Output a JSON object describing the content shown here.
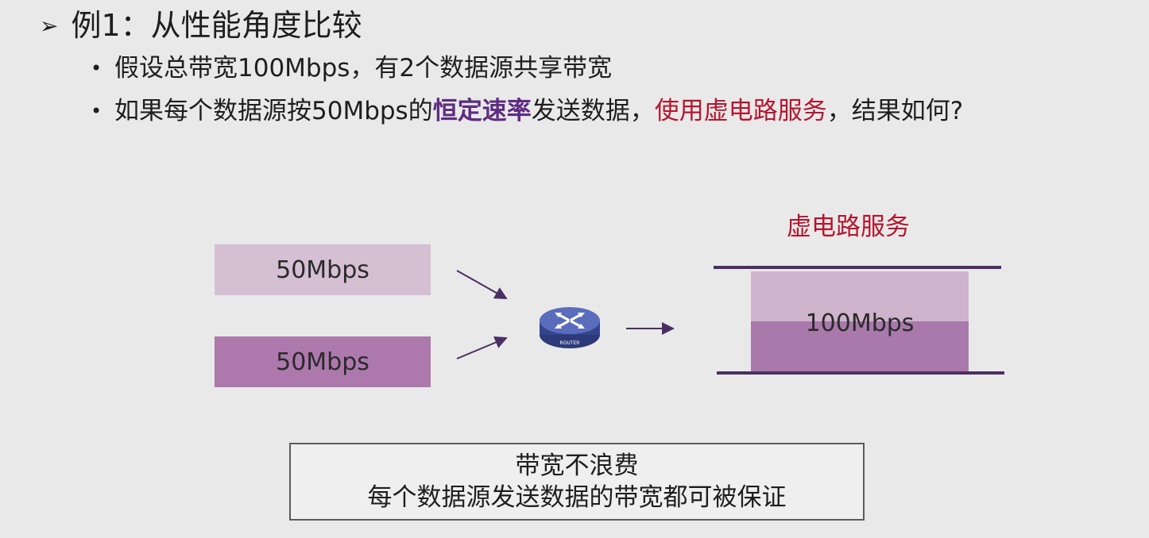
{
  "heading": {
    "marker": "➢",
    "text": "例1：从性能角度比较"
  },
  "bullets": [
    {
      "dot": "•",
      "text": "假设总带宽100Mbps，有2个数据源共享带宽"
    },
    {
      "dot": "•",
      "parts": [
        "如果每个数据源按50Mbps的",
        "恒定速率",
        "发送数据，",
        "使用虚电路服务",
        "，结果如何?"
      ]
    }
  ],
  "diagram": {
    "source_top": "50Mbps",
    "source_bottom": "50Mbps",
    "router_label": "ROUTER",
    "vc_title": "虚电路服务",
    "link_label": "100Mbps"
  },
  "result": {
    "line1": "带宽不浪费",
    "line2": "每个数据源发送数据的带宽都可被保证"
  },
  "colors": {
    "background": "#e9e9e9",
    "highlight_purple": "#5e2c82",
    "highlight_red": "#b5152e",
    "flow_light": "#d4bfd3",
    "flow_dark": "#ad79ad",
    "router": "#3f4f9e"
  }
}
